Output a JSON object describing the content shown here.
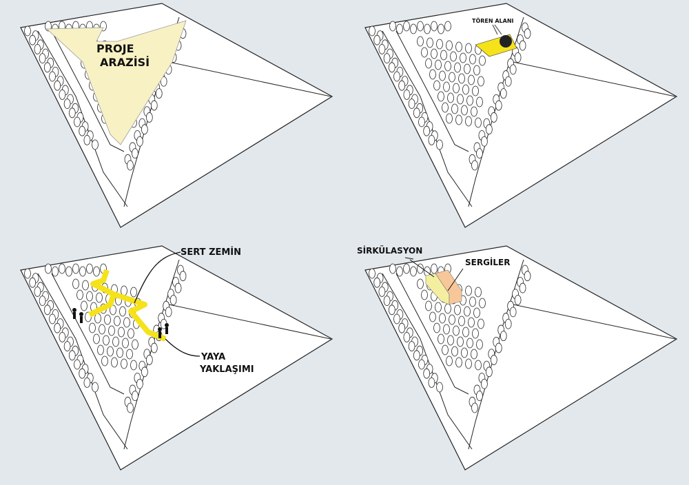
{
  "panels": [
    {
      "id": "project-site",
      "labels": [
        "PROJE",
        "ARAZİSİ"
      ]
    },
    {
      "id": "ceremony-area",
      "labels": [
        "TÖREN ALANI"
      ]
    },
    {
      "id": "hardscape-pedestrian",
      "labels": [
        "SERT ZEMİN",
        "YAYA",
        "YAKLAŞIMI"
      ]
    },
    {
      "id": "circulation-exhibits",
      "labels": [
        "SİRKÜLASYON",
        "SERGİLER"
      ]
    }
  ],
  "colors": {
    "background": "#e3e8ec",
    "site_fill": "#f7f1c4",
    "yellow": "#f5e21a",
    "circulation": "#f4efa0",
    "exhibits": "#f7c79a"
  }
}
